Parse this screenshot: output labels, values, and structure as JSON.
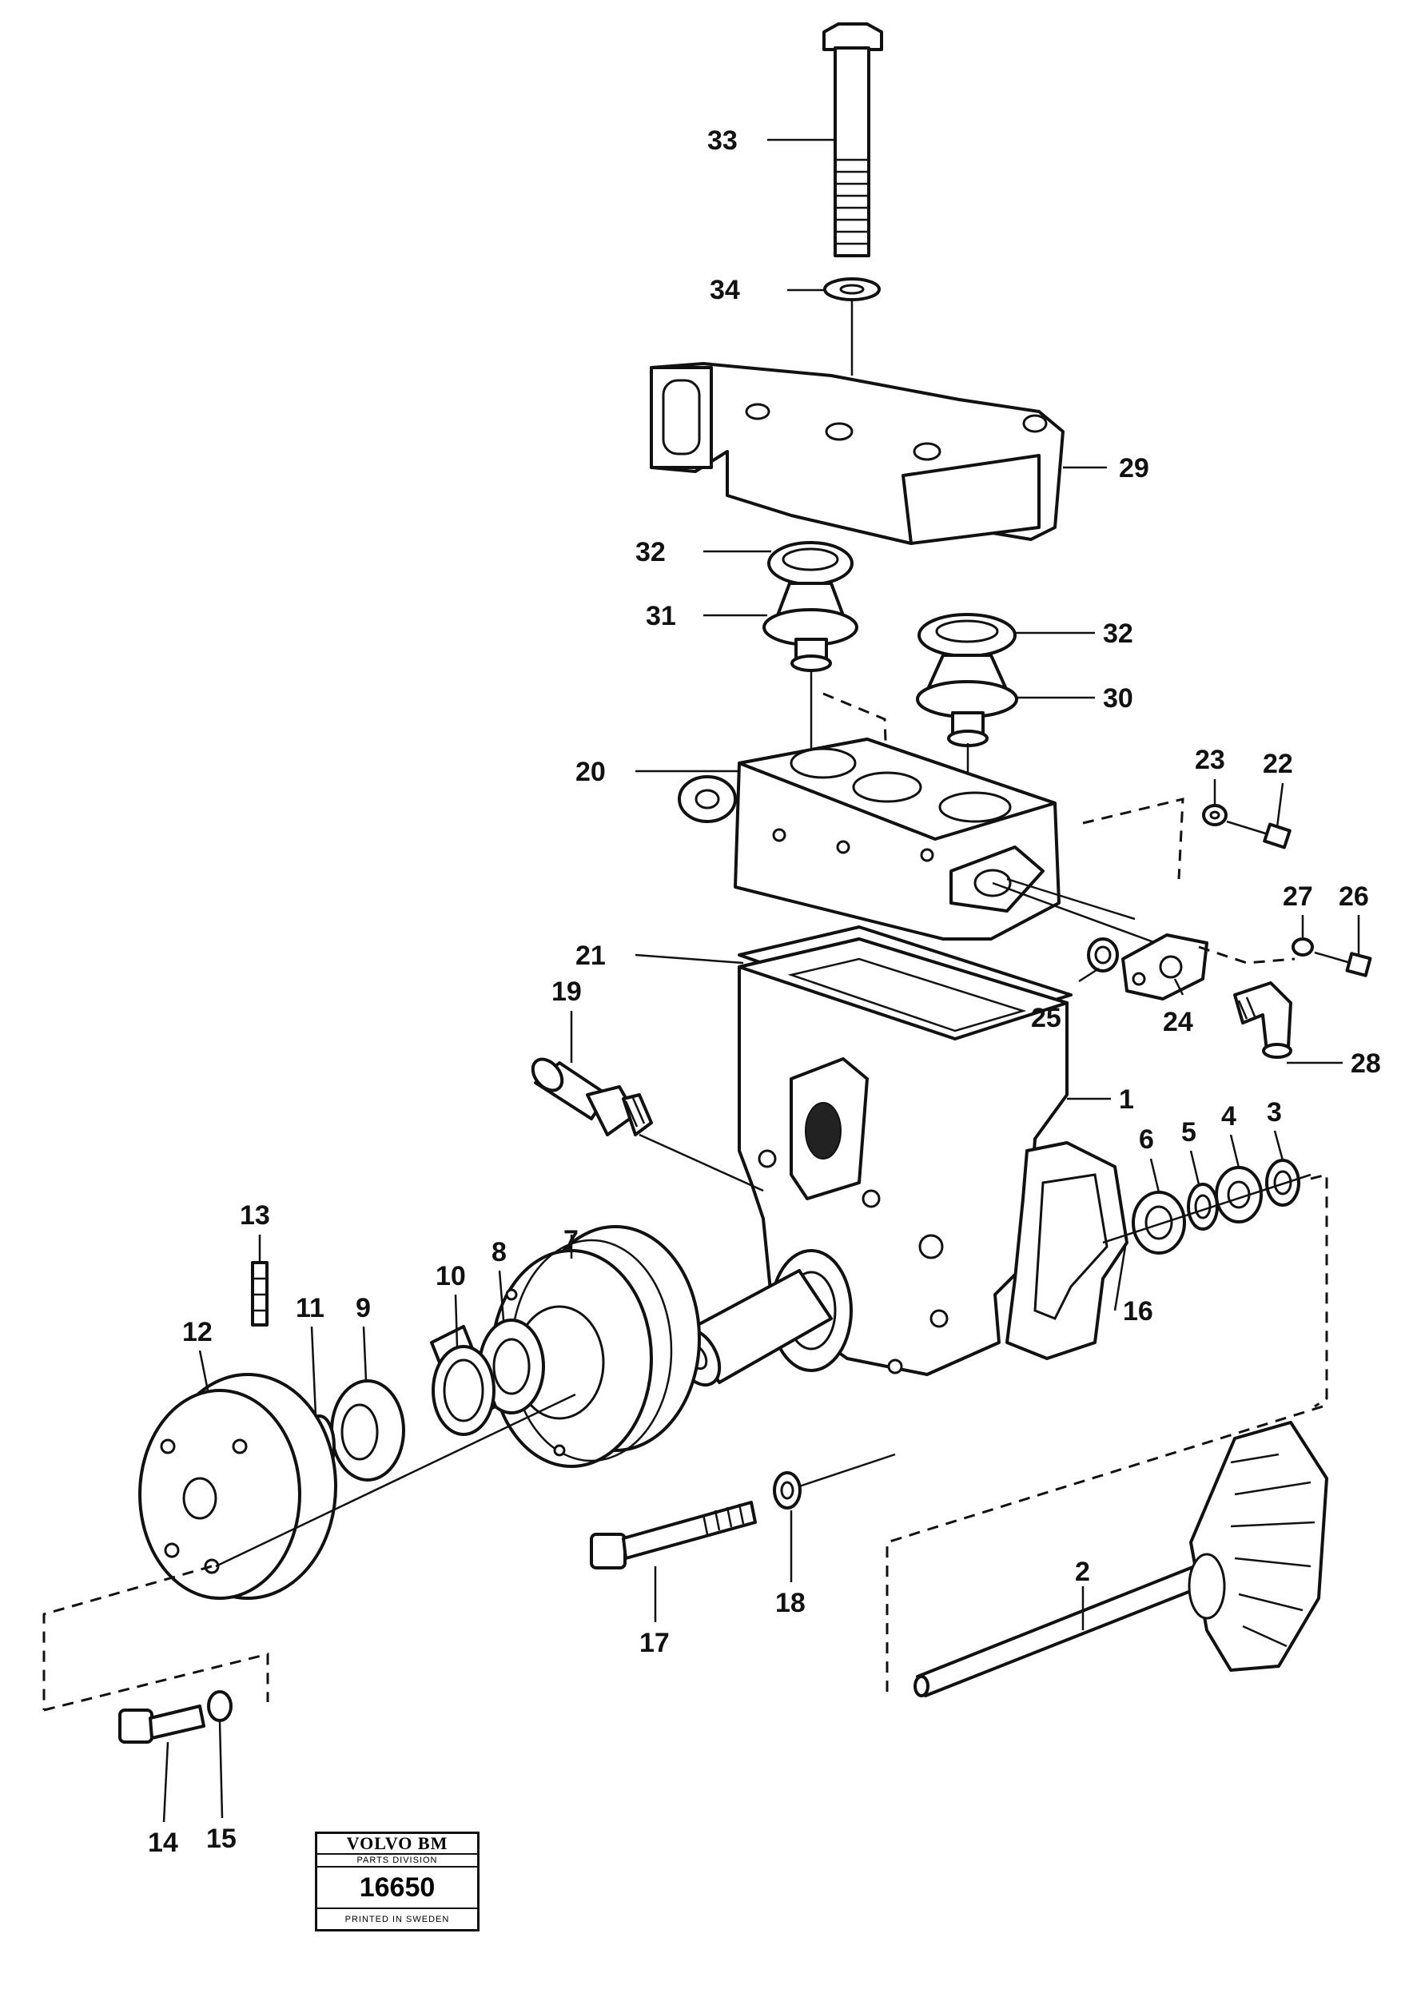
{
  "diagram": {
    "callouts": [
      "33",
      "34",
      "29",
      "32",
      "31",
      "32",
      "30",
      "20",
      "23",
      "22",
      "27",
      "26",
      "21",
      "25",
      "24",
      "28",
      "19",
      "1",
      "6",
      "5",
      "4",
      "3",
      "16",
      "13",
      "12",
      "11",
      "9",
      "10",
      "8",
      "7",
      "17",
      "18",
      "2",
      "14",
      "15"
    ]
  },
  "stamp": {
    "brand": "VOLVO BM",
    "division": "PARTS DIVISION",
    "number": "16650",
    "printed": "PRINTED IN SWEDEN"
  }
}
